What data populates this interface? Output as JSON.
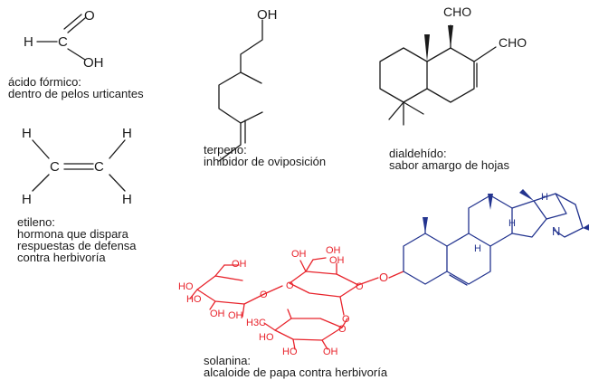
{
  "colors": {
    "black": "#1a1a1a",
    "red": "#e8242c",
    "blue": "#23348f"
  },
  "molecules": {
    "formic": {
      "atoms": {
        "h": "H",
        "c": "C",
        "o": "O",
        "oh": "OH"
      },
      "caption_line1": "ácido fórmico:",
      "caption_line2": "dentro de pelos urticantes"
    },
    "terpene": {
      "atoms": {
        "oh": "OH"
      },
      "caption_line1": "terpeno:",
      "caption_line2": "inhibidor de oviposición"
    },
    "dialdehyde": {
      "atoms": {
        "cho1": "CHO",
        "cho2": "CHO"
      },
      "caption_line1": "dialdehído:",
      "caption_line2": "sabor amargo de hojas"
    },
    "ethylene": {
      "atoms": {
        "h1": "H",
        "h2": "H",
        "h3": "H",
        "h4": "H",
        "c1": "C",
        "c2": "C"
      },
      "caption_line1": "etileno:",
      "caption_line2": "hormona que dispara",
      "caption_line3": "respuestas de defensa",
      "caption_line4": "contra herbivoría"
    },
    "solanine": {
      "atoms": {
        "sugar_ho1": "HO",
        "sugar_ho2": "HO",
        "sugar_oh1": "OH",
        "sugar_oh2": "OH",
        "sugar_oh3": "OH",
        "sugar_oh4": "OH",
        "sugar_oh5": "OH",
        "sugar_ho3": "HO",
        "sugar_ho4": "HO",
        "sugar_oh6": "OH",
        "sugar_oh7": "OH",
        "methyl": "H3C",
        "o_link": "O",
        "ring_o1": "O",
        "ring_o2": "O",
        "ring_o3": "O",
        "ring_o4": "O",
        "ring_o5": "O",
        "n": "N",
        "h1": "H",
        "h2": "H",
        "h3": "H"
      },
      "caption_line1": "solanina:",
      "caption_line2": "alcaloide de papa contra herbivoría"
    }
  }
}
